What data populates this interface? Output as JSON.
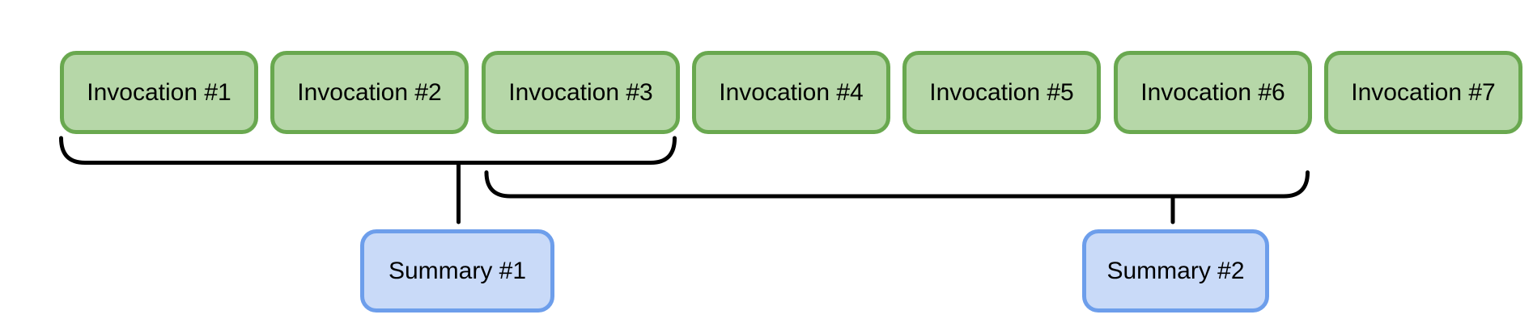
{
  "diagram": {
    "invocations": [
      {
        "label": "Invocation #1"
      },
      {
        "label": "Invocation #2"
      },
      {
        "label": "Invocation #3"
      },
      {
        "label": "Invocation #4"
      },
      {
        "label": "Invocation #5"
      },
      {
        "label": "Invocation #6"
      },
      {
        "label": "Invocation #7"
      }
    ],
    "summaries": [
      {
        "label": "Summary #1"
      },
      {
        "label": "Summary #2"
      }
    ],
    "colors": {
      "background": "#ffffff",
      "invocation_fill": "#b6d7a8",
      "invocation_border": "#69a84f",
      "summary_fill": "#c9daf8",
      "summary_border": "#6d9eeb",
      "connector": "#000000",
      "text": "#000000"
    }
  }
}
